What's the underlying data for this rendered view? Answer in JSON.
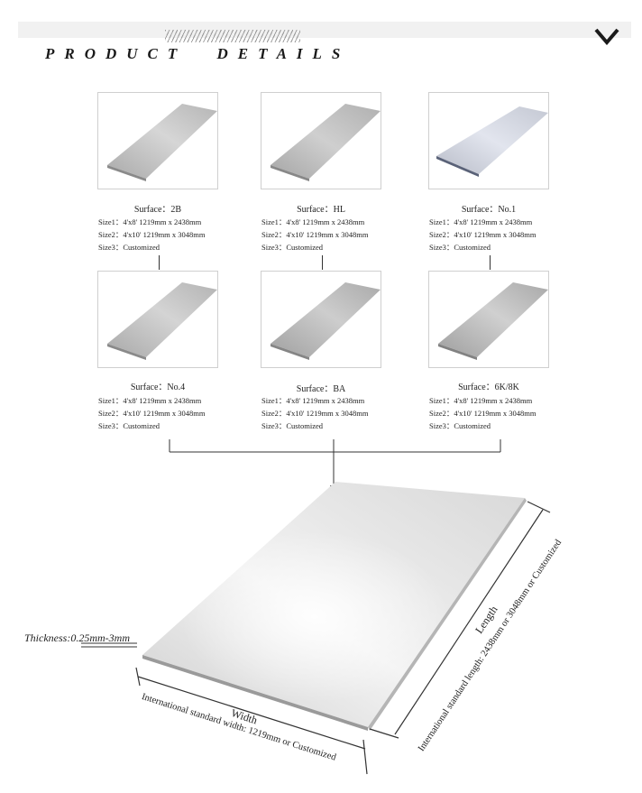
{
  "title": "PRODUCT DETAILS",
  "surfaces": [
    {
      "surface": "Surface：2B",
      "size1": "Size1：4'x8' 1219mm x 2438mm",
      "size2": "Size2：4'x10' 1219mm x 3048mm",
      "size3": "Size3：Customized"
    },
    {
      "surface": "Surface：HL",
      "size1": "Size1：4'x8' 1219mm x 2438mm",
      "size2": "Size2：4'x10' 1219mm x 3048mm",
      "size3": "Size3：Customized"
    },
    {
      "surface": "Surface：No.1",
      "size1": "Size1：4'x8' 1219mm x 2438mm",
      "size2": "Size2：4'x10' 1219mm x 3048mm",
      "size3": "Size3：Customized"
    },
    {
      "surface": "Surface：No.4",
      "size1": "Size1：4'x8' 1219mm x 2438mm",
      "size2": "Size2：4'x10' 1219mm x 3048mm",
      "size3": "Size3：Customized"
    },
    {
      "surface": "Surface：BA",
      "size1": "Size1：4'x8' 1219mm x 2438mm",
      "size2": "Size2：4'x10' 1219mm x 3048mm",
      "size3": "Size3：Customized"
    },
    {
      "surface": "Surface：6K/8K",
      "size1": "Size1：4'x8' 1219mm x 2438mm",
      "size2": "Size2：4'x10' 1219mm x 3048mm",
      "size3": "Size3：Customized"
    }
  ],
  "diagram": {
    "thickness": "Thickness:0.25mm-3mm",
    "width_label": "Width",
    "width_desc": "International standard width: 1219mm or Customized",
    "length_label": "Length",
    "length_desc": "International standard length: 2438mm or 3048mm or Customized"
  },
  "colors": {
    "header_band": "#f1f1f1",
    "line": "#333333"
  },
  "icons": {
    "header_right": "chevron-down-icon"
  }
}
